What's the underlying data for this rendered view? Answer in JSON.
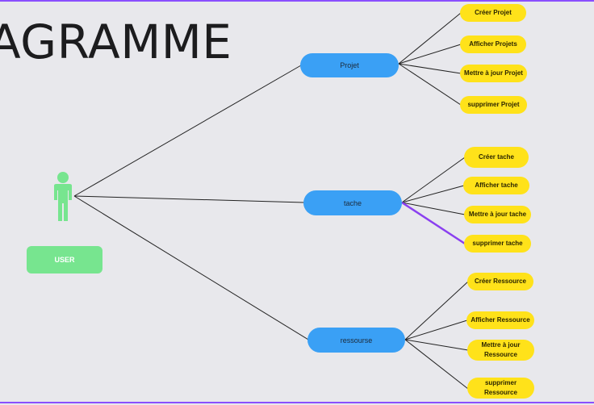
{
  "title": "AGRAMME",
  "actor": {
    "label": "USER"
  },
  "groups": [
    {
      "label": "Projet",
      "actions": [
        "Créer Projet",
        "Afficher Projets",
        "Mettre à jour Projet",
        "supprimer Projet"
      ]
    },
    {
      "label": "tache",
      "actions": [
        "Créer tache",
        "Afficher tache",
        "Mettre à jour tache",
        "supprimer tache"
      ]
    },
    {
      "label": "ressourse",
      "actions": [
        "Créer Ressource",
        "Afficher Ressource",
        "Mettre à jour Ressource",
        "supprimer Ressource"
      ]
    }
  ],
  "colors": {
    "frame": "#8a4fff",
    "background": "#e8e8ec",
    "main_node": "#3aa0f5",
    "leaf_node": "#ffe21a",
    "actor": "#77e58f",
    "highlight_link": "#8a3ff0"
  }
}
